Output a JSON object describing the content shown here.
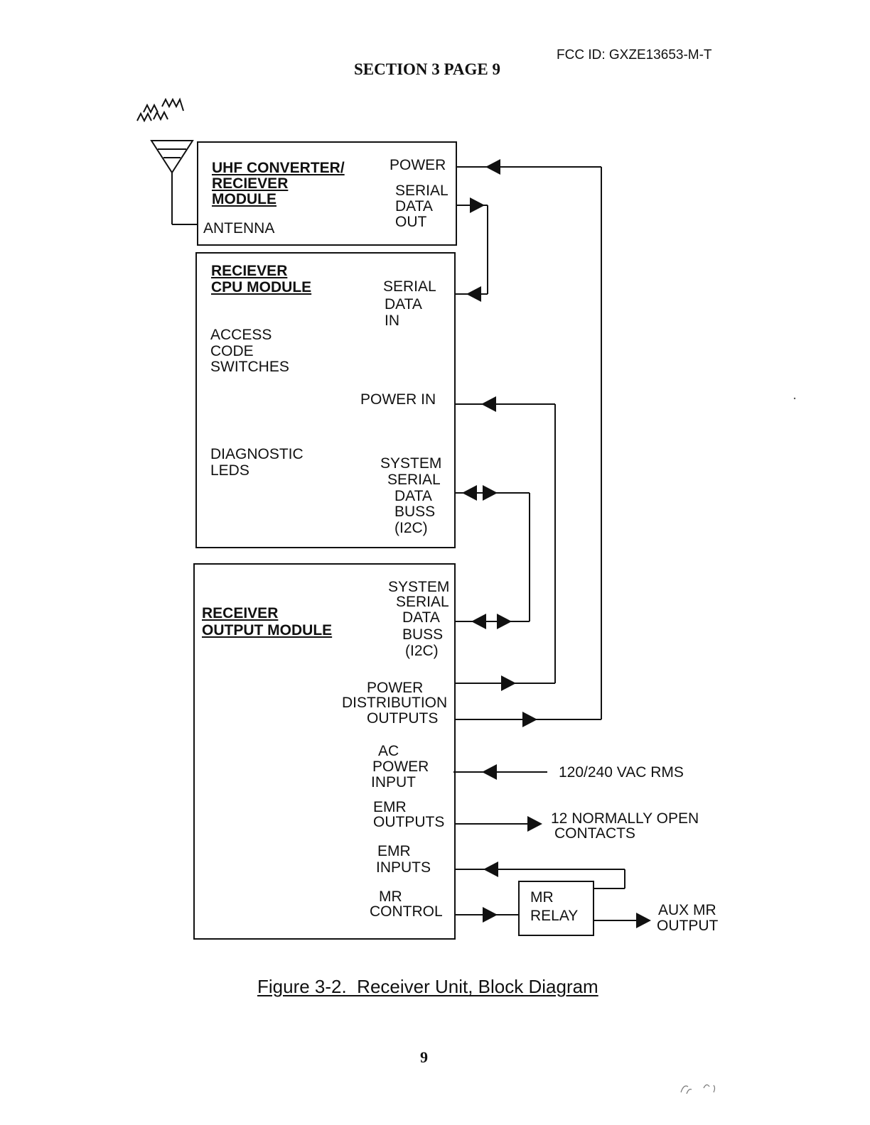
{
  "header": {
    "section": "SECTION 3 PAGE 9",
    "fcc_id": "FCC ID: GXZE13653-M-T"
  },
  "uhf_module": {
    "title_lines": [
      "UHF CONVERTER/",
      "RECIEVER",
      "MODULE"
    ],
    "antenna": "ANTENNA",
    "power": "POWER",
    "serial_out_lines": [
      "SERIAL",
      "DATA",
      "OUT"
    ]
  },
  "cpu_module": {
    "title_lines": [
      "RECIEVER",
      "CPU MODULE"
    ],
    "serial_in_lines": [
      "SERIAL",
      "DATA",
      "IN"
    ],
    "access_lines": [
      "ACCESS",
      "CODE",
      "SWITCHES"
    ],
    "power_in": "POWER IN",
    "diag_lines": [
      "DIAGNOSTIC",
      "LEDS"
    ],
    "bus_lines": [
      "SYSTEM",
      "SERIAL",
      "DATA",
      "BUSS",
      "(I2C)"
    ]
  },
  "output_module": {
    "title_lines": [
      "RECEIVER",
      "OUTPUT MODULE"
    ],
    "bus_lines": [
      "SYSTEM",
      "SERIAL",
      "DATA",
      "BUSS",
      "(I2C)"
    ],
    "power_dist_lines": [
      "POWER",
      "DISTRIBUTION",
      "OUTPUTS"
    ],
    "ac_lines": [
      "AC",
      "POWER",
      "INPUT"
    ],
    "emr_out_lines": [
      "EMR",
      "OUTPUTS"
    ],
    "emr_in_lines": [
      "EMR",
      "INPUTS"
    ],
    "mr_control_lines": [
      "MR",
      "CONTROL"
    ]
  },
  "mr_relay": {
    "lines": [
      "MR",
      "RELAY"
    ]
  },
  "external": {
    "ac_source": "120/240 VAC RMS",
    "contacts_lines": [
      "12 NORMALLY OPEN",
      "CONTACTS"
    ],
    "aux_lines": [
      "AUX MR",
      "OUTPUT"
    ]
  },
  "caption": "Figure 3-2.  Receiver Unit, Block Diagram",
  "page_number": "9"
}
